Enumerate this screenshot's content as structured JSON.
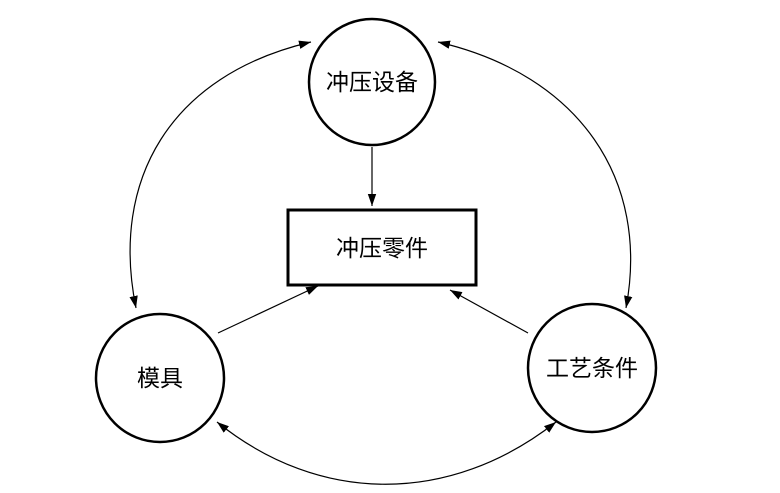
{
  "diagram": {
    "nodes": {
      "equipment": {
        "label": "冲压设备"
      },
      "part": {
        "label": "冲压零件"
      },
      "die": {
        "label": "模具"
      },
      "process": {
        "label": "工艺条件"
      }
    },
    "edges": [
      {
        "from": "equipment",
        "to": "part",
        "direction": "forward"
      },
      {
        "from": "die",
        "to": "part",
        "direction": "forward"
      },
      {
        "from": "process",
        "to": "part",
        "direction": "forward"
      },
      {
        "from": "equipment",
        "to": "die",
        "direction": "both"
      },
      {
        "from": "equipment",
        "to": "process",
        "direction": "both"
      },
      {
        "from": "die",
        "to": "process",
        "direction": "both"
      }
    ],
    "colors": {
      "stroke": "#000000",
      "background": "#ffffff"
    }
  }
}
